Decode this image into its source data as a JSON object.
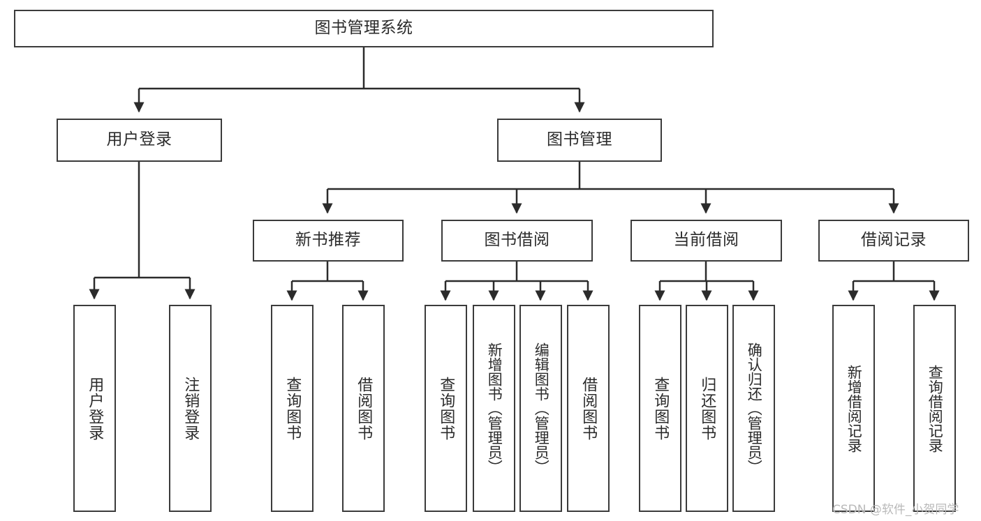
{
  "diagram": {
    "type": "hierarchy-tree",
    "title": "图书管理系统",
    "watermark": "CSDN @软件_小贺同学",
    "colors": {
      "box_border": "#3b3b3b",
      "box_fill": "#ffffff",
      "edge": "#2b2b2b",
      "text": "#2b2b2b",
      "watermark": "#b9b9b9",
      "background": "#ffffff"
    },
    "nodes": {
      "root": {
        "label": "图书管理系统"
      },
      "level2": [
        {
          "id": "user-login",
          "label": "用户登录"
        },
        {
          "id": "book-manage",
          "label": "图书管理"
        }
      ],
      "level3": [
        {
          "id": "new-book-recommend",
          "label": "新书推荐"
        },
        {
          "id": "book-borrow",
          "label": "图书借阅"
        },
        {
          "id": "current-borrow",
          "label": "当前借阅"
        },
        {
          "id": "borrow-record",
          "label": "借阅记录"
        }
      ],
      "leaves": {
        "user-login": [
          {
            "id": "user-login-leaf",
            "label": "用户登录"
          },
          {
            "id": "user-logout-leaf",
            "label": "注销登录"
          }
        ],
        "new-book-recommend": [
          {
            "id": "query-book-1",
            "label": "查询图书"
          },
          {
            "id": "borrow-book-1",
            "label": "借阅图书"
          }
        ],
        "book-borrow": [
          {
            "id": "query-book-2",
            "label": "查询图书"
          },
          {
            "id": "add-book",
            "label": "新增图书（管理员）"
          },
          {
            "id": "edit-book",
            "label": "编辑图书（管理员）"
          },
          {
            "id": "borrow-book-2",
            "label": "借阅图书"
          }
        ],
        "current-borrow": [
          {
            "id": "query-book-3",
            "label": "查询图书"
          },
          {
            "id": "return-book",
            "label": "归还图书"
          },
          {
            "id": "confirm-return",
            "label": "确认归还（管理员）"
          }
        ],
        "borrow-record": [
          {
            "id": "add-borrow-record",
            "label": "新增借阅记录"
          },
          {
            "id": "query-borrow-record",
            "label": "查询借阅记录"
          }
        ]
      }
    }
  }
}
